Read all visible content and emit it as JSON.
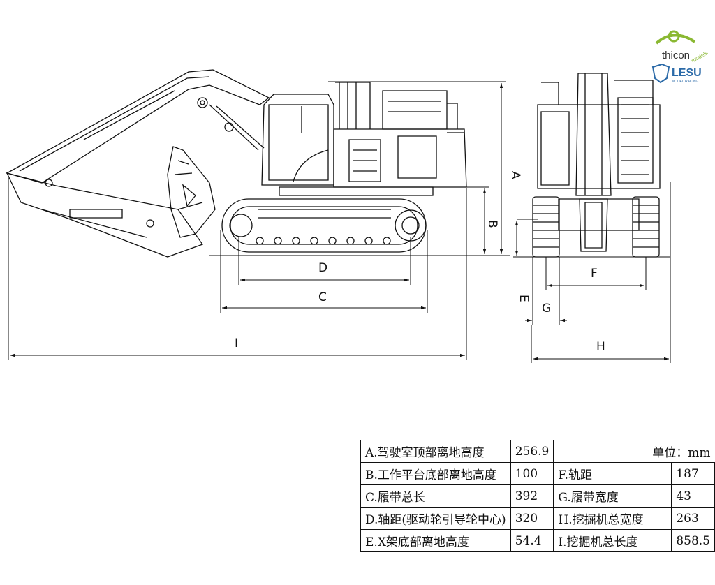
{
  "logos": {
    "thicon": {
      "text": "thicon",
      "sub": "models",
      "color": "#8ab832"
    },
    "lesu": {
      "text": "LESU",
      "sub": "MODEL RACING",
      "color": "#2b6aa8"
    }
  },
  "dimension_labels": {
    "A": "A",
    "B": "B",
    "C": "C",
    "D": "D",
    "E": "E",
    "F": "F",
    "G": "G",
    "H": "H",
    "I": "I"
  },
  "spec_table": {
    "unit_label": "单位：mm",
    "rows": [
      {
        "left_label": "A.驾驶室顶部离地高度",
        "left_value": "256.9",
        "right_label": "",
        "right_value": ""
      },
      {
        "left_label": "B.工作平台底部离地高度",
        "left_value": "100",
        "right_label": "F.轨距",
        "right_value": "187"
      },
      {
        "left_label": "C.履带总长",
        "left_value": "392",
        "right_label": "G.履带宽度",
        "right_value": "43"
      },
      {
        "left_label": "D.轴距(驱动轮引导轮中心)",
        "left_value": "320",
        "right_label": "H.挖掘机总宽度",
        "right_value": "263"
      },
      {
        "left_label": "E.X架底部离地高度",
        "left_value": "54.4",
        "right_label": "I.挖掘机总长度",
        "right_value": "858.5"
      }
    ]
  }
}
